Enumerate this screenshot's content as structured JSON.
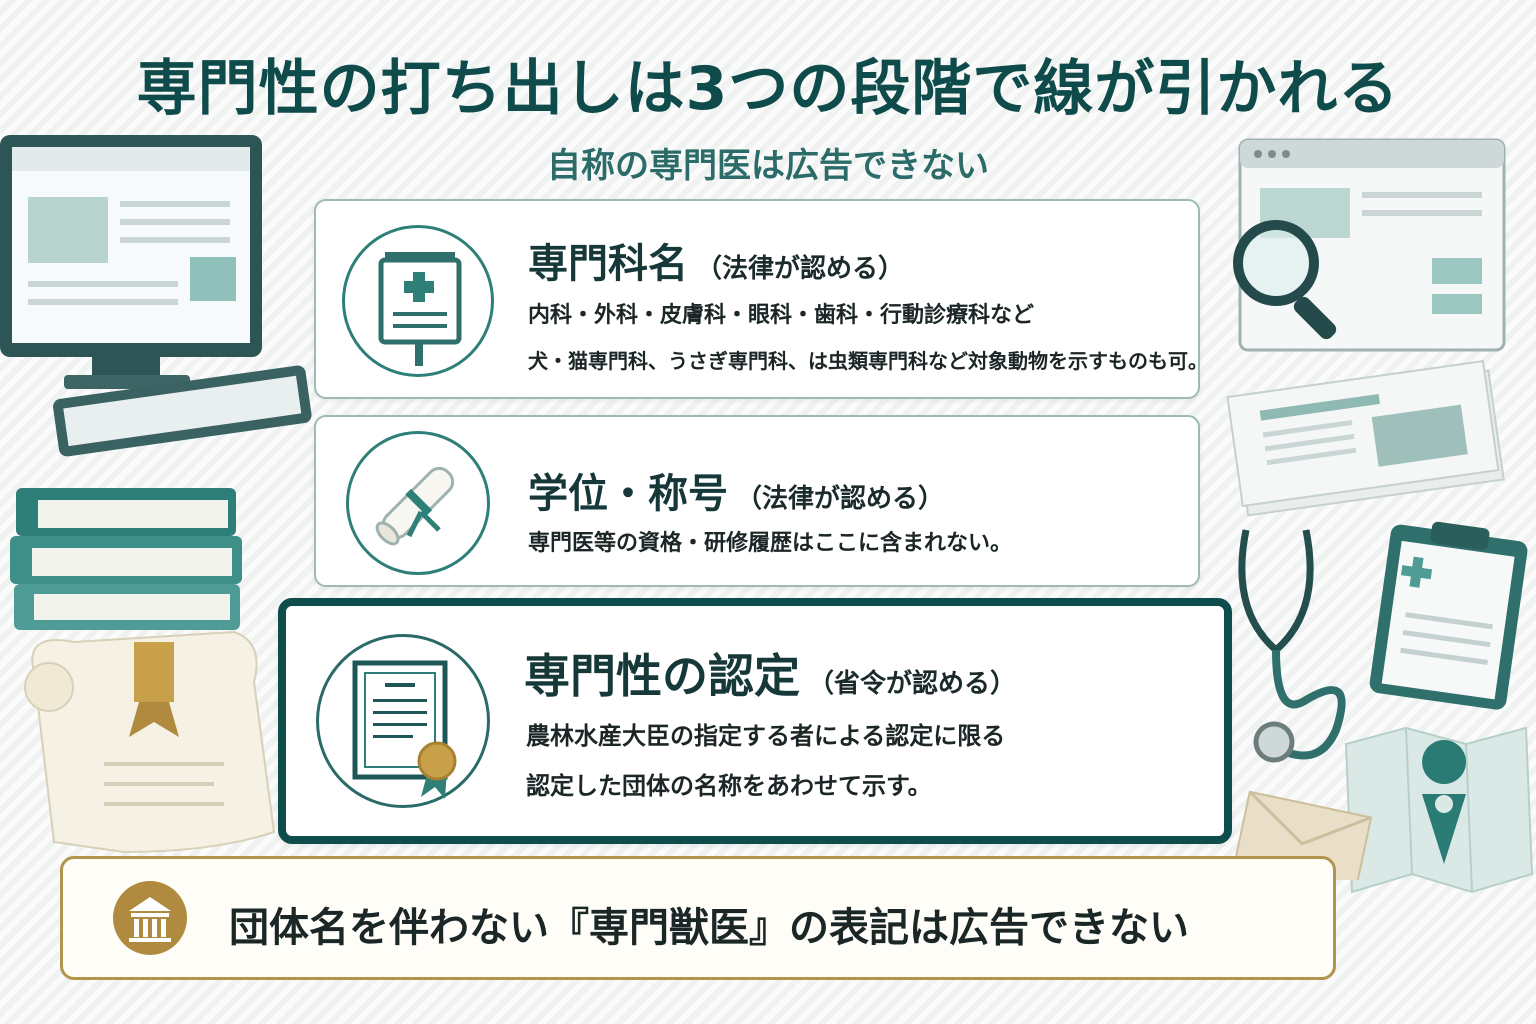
{
  "title": "専門性の打ち出しは3つの段階で線が引かれる",
  "subtitle": "自称の専門医は広告できない",
  "tiers": [
    {
      "heading": "専門科名",
      "authority": "（法律が認める）",
      "lines": [
        "内科・外科・皮膚科・眼科・歯科・行動診療科など",
        "犬・猫専門科、うさぎ専門科、は虫類専門科など対象動物を示すものも可。"
      ]
    },
    {
      "heading": "学位・称号",
      "authority": "（法律が認める）",
      "lines": [
        "専門医等の資格・研修履歴はここに含まれない。"
      ]
    },
    {
      "heading": "専門性の認定",
      "authority": "（省令が認める）",
      "lines": [
        "農林水産大臣の指定する者による認定に限る",
        "認定した団体の名称をあわせて示す。"
      ]
    }
  ],
  "warning": "団体名を伴わない『専門獣医』の表記は広告できない",
  "colors": {
    "primary": "#0f4b4b",
    "accent": "#2f7f79",
    "gold": "#b08a3e"
  }
}
